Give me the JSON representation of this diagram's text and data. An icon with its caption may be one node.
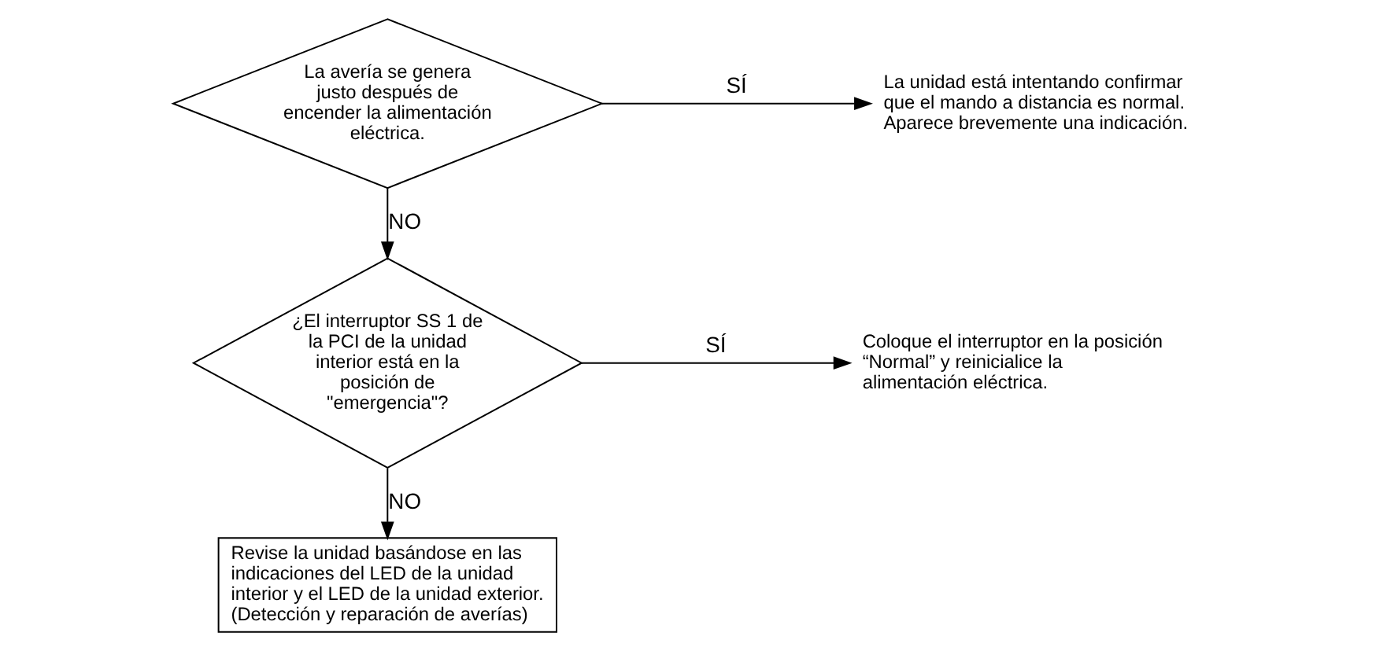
{
  "diagram": {
    "nodes": [
      {
        "text": [
          "La avería se genera justo después de encender la alimentación eléctrica."
        ]
      },
      {
        "text": [
          "La unidad está intentando confirmar que el mando a distancia es normal. Aparece brevemente una indicación."
        ]
      },
      {
        "text": [
          "¿El interruptor SS 1 de la PCI de la unidad interior está en la posición de \"emergencia\"?"
        ]
      },
      {
        "text": [
          "Coloque el interruptor en la posición “Normal” y reinicialice la alimentación eléctrica."
        ]
      },
      {
        "text": [
          "Revise la unidad basándose en las indicaciones del LED de la unidad interior y el LED de la unidad exterior. (Detección y reparación de averías)"
        ]
      }
    ],
    "edges": [
      {
        "from": 0,
        "to": 1,
        "arrow": "to",
        "label": "SÍ"
      },
      {
        "from": 0,
        "to": 2,
        "arrow": "to",
        "label": "NO"
      },
      {
        "from": 2,
        "to": 3,
        "arrow": "to",
        "label": "SÍ"
      },
      {
        "from": 2,
        "to": 4,
        "arrow": "to",
        "label": "NO"
      }
    ]
  }
}
